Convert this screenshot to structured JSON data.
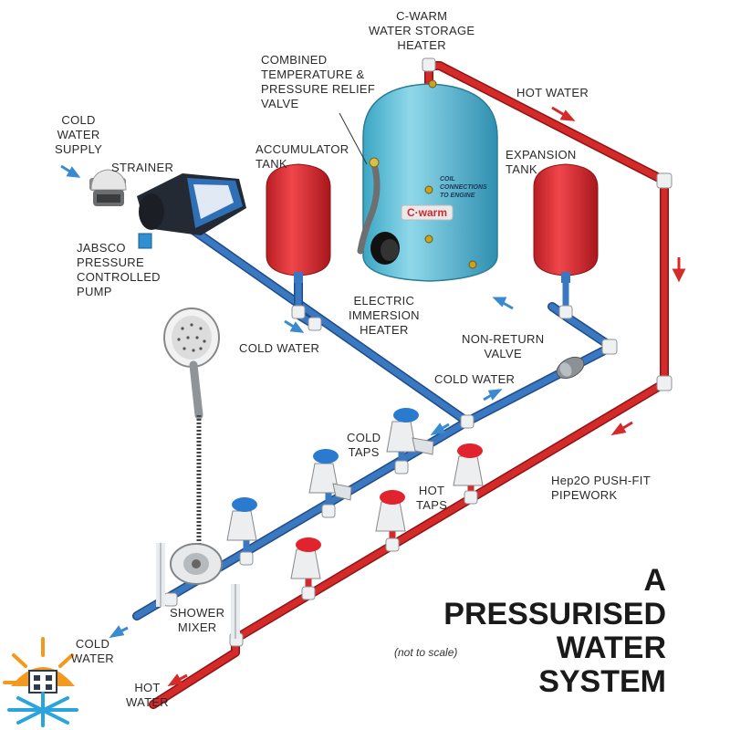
{
  "labels": {
    "cwarm_heater": [
      "C-WARM",
      "WATER STORAGE",
      "HEATER"
    ],
    "relief_valve": [
      "COMBINED",
      "TEMPERATURE &",
      "PRESSURE RELIEF",
      "VALVE"
    ],
    "hot_water_top": "HOT WATER",
    "cold_supply": [
      "COLD",
      "WATER",
      "SUPPLY"
    ],
    "strainer": "STRAINER",
    "accumulator": [
      "ACCUMULATOR",
      "TANK"
    ],
    "expansion": [
      "EXPANSION",
      "TANK"
    ],
    "pump": [
      "JABSCO",
      "PRESSURE",
      "CONTROLLED",
      "PUMP"
    ],
    "immersion": [
      "ELECTRIC",
      "IMMERSION",
      "HEATER"
    ],
    "cold_water_left": "COLD WATER",
    "non_return": [
      "NON-RETURN",
      "VALVE"
    ],
    "cold_water_mid": "COLD WATER",
    "cold_taps": [
      "COLD",
      "TAPS"
    ],
    "hot_taps": [
      "HOT",
      "TAPS"
    ],
    "pipework": [
      "Hep2O PUSH-FIT",
      "PIPEWORK"
    ],
    "shower_mixer": [
      "SHOWER",
      "MIXER"
    ],
    "cold_water_out": [
      "COLD",
      "WATER"
    ],
    "hot_water_out": [
      "HOT",
      "WATER"
    ],
    "note": "(not to scale)",
    "title": [
      "A",
      "PRESSURISED",
      "WATER",
      "SYSTEM"
    ],
    "tank_brand": "C·warm",
    "coil_text": [
      "COIL",
      "CONNECTIONS",
      "TO ENGINE"
    ]
  },
  "colors": {
    "hot_pipe": "#d42a2a",
    "cold_pipe": "#3a78c2",
    "tank_body": "#5ec2d9",
    "red_tank": "#e8333a",
    "arrow_red": "#d42a2a",
    "arrow_blue": "#3a8ad0"
  },
  "icons": [
    "snowflake-sun-logo-icon",
    "shower-head-icon",
    "pump-icon",
    "strainer-icon",
    "tap-icon"
  ]
}
